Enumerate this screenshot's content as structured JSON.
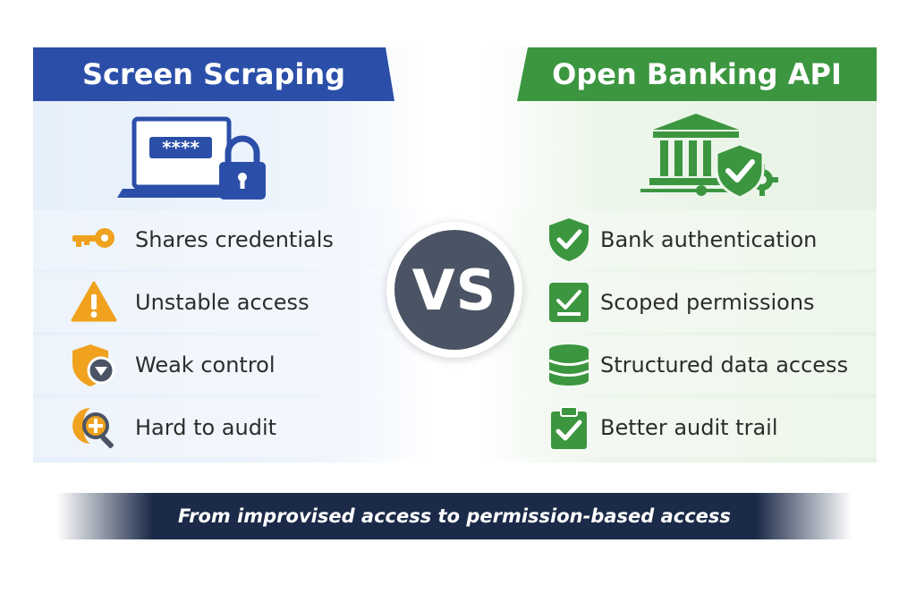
{
  "left": {
    "title": "Screen Scraping",
    "password_mask": "****",
    "items": [
      {
        "label": "Shares credentials",
        "icon": "key-icon"
      },
      {
        "label": "Unstable access",
        "icon": "warning-icon"
      },
      {
        "label": "Weak control",
        "icon": "shield-down-icon"
      },
      {
        "label": "Hard to audit",
        "icon": "search-doc-icon"
      }
    ]
  },
  "right": {
    "title": "Open Banking API",
    "items": [
      {
        "label": "Bank authentication",
        "icon": "shield-check-icon"
      },
      {
        "label": "Scoped permissions",
        "icon": "checkbox-icon"
      },
      {
        "label": "Structured data access",
        "icon": "database-icon"
      },
      {
        "label": "Better audit trail",
        "icon": "clipboard-check-icon"
      }
    ]
  },
  "vs": "VS",
  "footer": "From improvised access to permission-based access",
  "colors": {
    "blue": "#2b4fa8",
    "green": "#3c9640",
    "orange": "#f0a21e",
    "dark": "#1b2a48",
    "vs_circle": "#4b5464"
  }
}
